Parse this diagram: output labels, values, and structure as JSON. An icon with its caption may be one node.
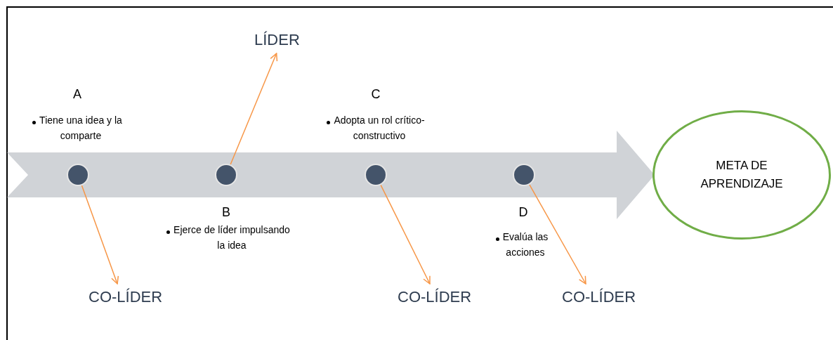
{
  "diagram": {
    "nodes": [
      {
        "text": [],
        "shape": "circle",
        "beside": [
          "A",
          "Tiene una idea y la comparte"
        ]
      },
      {
        "text": [],
        "shape": "circle",
        "beside": [
          "B",
          "Ejerce de líder impulsando la idea"
        ]
      },
      {
        "text": [],
        "shape": "circle",
        "beside": [
          "C",
          "Adopta un rol crítico-constructivo"
        ]
      },
      {
        "text": [],
        "shape": "circle",
        "beside": [
          "D",
          "Evalúa las acciones"
        ]
      },
      {
        "text": [
          "LÍDER"
        ]
      },
      {
        "text": [
          "CO-LÍDER"
        ]
      },
      {
        "text": [
          "CO-LÍDER"
        ]
      },
      {
        "text": [
          "CO-LÍDER"
        ]
      },
      {
        "text": [
          "META DE APRENDIZAJE"
        ]
      }
    ],
    "edges": [
      {
        "from": 0,
        "to": 5,
        "arrow": "to",
        "color": "#f79646"
      },
      {
        "from": 1,
        "to": 4,
        "arrow": "to",
        "color": "#f79646"
      },
      {
        "from": 2,
        "to": 6,
        "arrow": "to",
        "color": "#f79646"
      },
      {
        "from": 3,
        "to": 7,
        "arrow": "to",
        "color": "#f79646"
      }
    ]
  }
}
